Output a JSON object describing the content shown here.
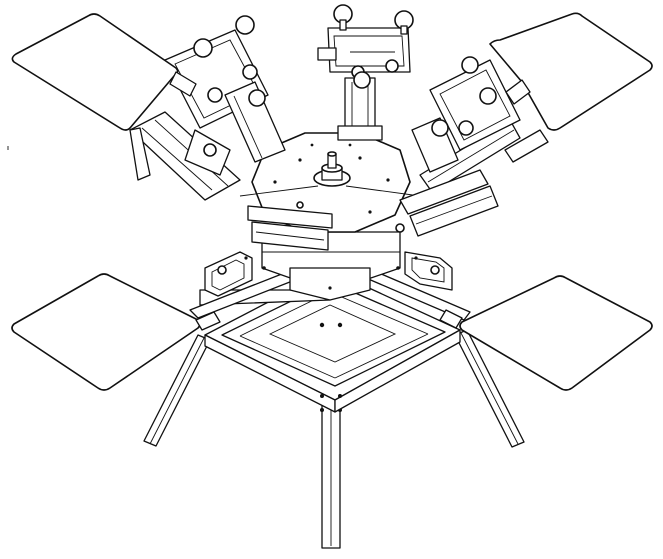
{
  "figure": {
    "description_colors": {
      "line": "#111111",
      "background": "#ffffff"
    },
    "components": [
      "platen-top-left",
      "platen-top-right",
      "platen-bottom-left",
      "platen-bottom-right",
      "print-head-left",
      "print-head-top",
      "print-head-right",
      "center-hub",
      "base-frame",
      "legs"
    ]
  }
}
